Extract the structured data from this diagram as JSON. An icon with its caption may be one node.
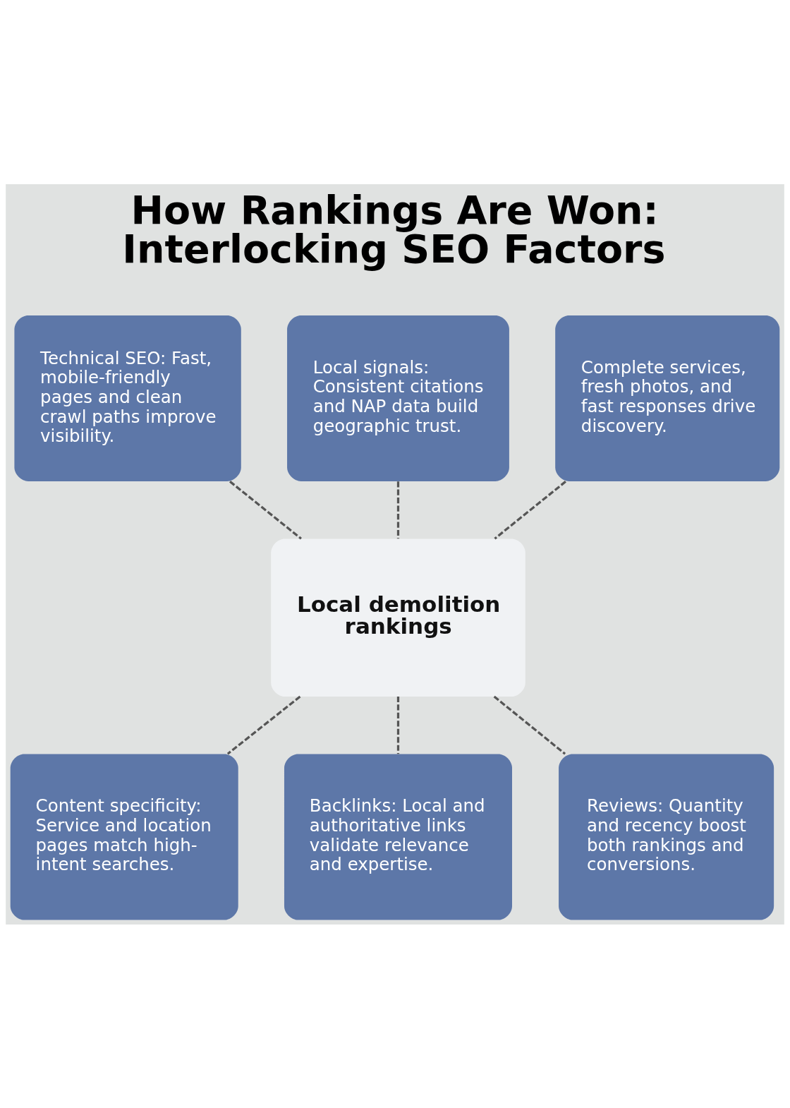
{
  "diagram": {
    "title": "How Rankings Are Won: Interlocking SEO Factors",
    "nodes": [
      {
        "text": [
          "Technical SEO: Fast, mobile-friendly pages and clean crawl paths improve visibility."
        ]
      },
      {
        "text": [
          "Local signals: Consistent citations and NAP data build geographic trust."
        ]
      },
      {
        "text": [
          "Complete services, fresh photos, and fast responses drive discovery."
        ]
      },
      {
        "text": [
          "Local demolition rankings"
        ]
      },
      {
        "text": [
          "Content specificity: Service and location pages match high-intent searches."
        ]
      },
      {
        "text": [
          "Backlinks: Local and authoritative links validate relevance and expertise."
        ]
      },
      {
        "text": [
          "Reviews: Quantity and recency boost both rankings and conversions."
        ]
      }
    ],
    "edges": [
      {
        "from": 0,
        "to": 3,
        "arrow": "none",
        "style": "dashed"
      },
      {
        "from": 1,
        "to": 3,
        "arrow": "none",
        "style": "dashed"
      },
      {
        "from": 2,
        "to": 3,
        "arrow": "none",
        "style": "dashed"
      },
      {
        "from": 3,
        "to": 4,
        "arrow": "none",
        "style": "dashed"
      },
      {
        "from": 3,
        "to": 5,
        "arrow": "none",
        "style": "dashed"
      },
      {
        "from": 3,
        "to": 6,
        "arrow": "none",
        "style": "dashed"
      }
    ]
  }
}
